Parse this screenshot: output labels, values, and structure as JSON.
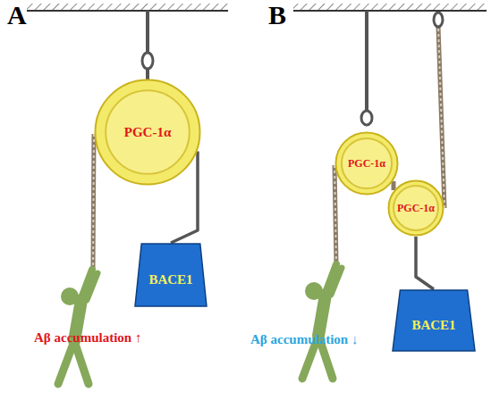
{
  "diagram": {
    "nodes": [
      {
        "text": [
          "PGC-1α"
        ]
      },
      {
        "text": [
          "BACE1"
        ]
      },
      {
        "text": [
          "PGC-1α"
        ]
      },
      {
        "text": [
          "PGC-1α"
        ]
      },
      {
        "text": [
          "BACE1"
        ]
      }
    ],
    "edges": [
      {
        "from": 0,
        "to": 1,
        "arrow": "none"
      },
      {
        "from": 2,
        "to": 3,
        "arrow": "none"
      },
      {
        "from": 3,
        "to": 4,
        "arrow": "none"
      }
    ],
    "labels": [
      "A",
      "B",
      "Aβ accumulation ↑",
      "Aβ accumulation ↓"
    ]
  }
}
